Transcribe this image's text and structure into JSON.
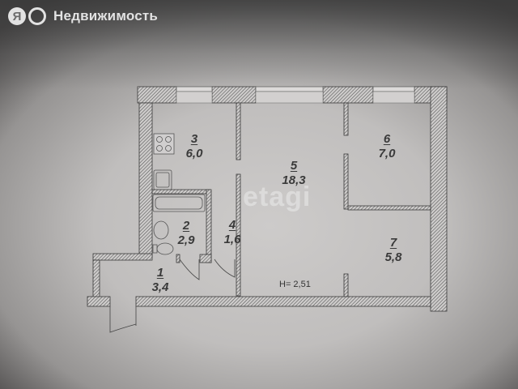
{
  "brand": {
    "logo_letter": "Я",
    "name": "Недвижимость"
  },
  "watermark": "etagi",
  "plan": {
    "ceiling_height": "H= 2,51",
    "rooms": [
      {
        "number": "1",
        "area": "3,4",
        "type": "hallway"
      },
      {
        "number": "2",
        "area": "2,9",
        "type": "bathroom"
      },
      {
        "number": "3",
        "area": "6,0",
        "type": "kitchen"
      },
      {
        "number": "4",
        "area": "1,6",
        "type": "corridor"
      },
      {
        "number": "5",
        "area": "18,3",
        "type": "living-room"
      },
      {
        "number": "6",
        "area": "7,0",
        "type": "bedroom"
      },
      {
        "number": "7",
        "area": "5,8",
        "type": "bedroom"
      }
    ]
  },
  "icons": {
    "stove": "stove-icon",
    "sink": "sink-icon",
    "bathtub": "bathtub-icon",
    "washbasin": "washbasin-icon",
    "toilet": "toilet-icon"
  }
}
